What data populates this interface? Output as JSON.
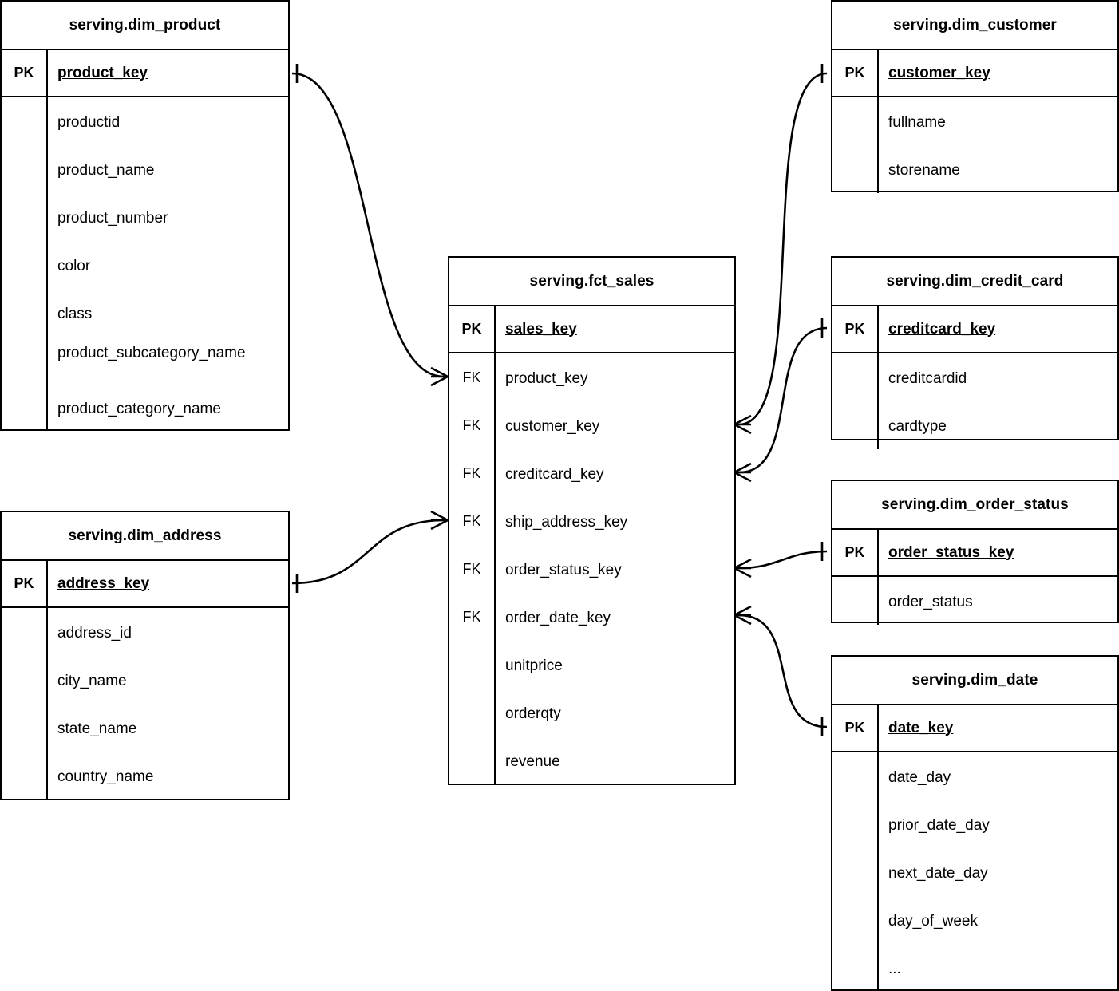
{
  "diagram": {
    "title": "Star schema entity relationship diagram",
    "notation": "crow-foot",
    "line_color": "#000000",
    "background": "#ffffff"
  },
  "labels": {
    "pk": "PK",
    "fk": "FK",
    "blank": ""
  },
  "entities": {
    "dim_product": {
      "name": "serving.dim_product",
      "pk": {
        "key": "PK",
        "field": "product_key"
      },
      "attributes": [
        {
          "key": "",
          "field": "productid"
        },
        {
          "key": "",
          "field": "product_name"
        },
        {
          "key": "",
          "field": "product_number"
        },
        {
          "key": "",
          "field": "color"
        },
        {
          "key": "",
          "field": "class"
        },
        {
          "key": "",
          "field": "product_subcategory_name"
        },
        {
          "key": "",
          "field": "product_category_name"
        }
      ]
    },
    "dim_address": {
      "name": "serving.dim_address",
      "pk": {
        "key": "PK",
        "field": "address_key"
      },
      "attributes": [
        {
          "key": "",
          "field": "address_id"
        },
        {
          "key": "",
          "field": "city_name"
        },
        {
          "key": "",
          "field": "state_name"
        },
        {
          "key": "",
          "field": "country_name"
        }
      ]
    },
    "fct_sales": {
      "name": "serving.fct_sales",
      "pk": {
        "key": "PK",
        "field": "sales_key"
      },
      "attributes": [
        {
          "key": "FK",
          "field": "product_key"
        },
        {
          "key": "FK",
          "field": "customer_key"
        },
        {
          "key": "FK",
          "field": "creditcard_key"
        },
        {
          "key": "FK",
          "field": "ship_address_key"
        },
        {
          "key": "FK",
          "field": "order_status_key"
        },
        {
          "key": "FK",
          "field": "order_date_key"
        },
        {
          "key": "",
          "field": "unitprice"
        },
        {
          "key": "",
          "field": "orderqty"
        },
        {
          "key": "",
          "field": "revenue"
        }
      ]
    },
    "dim_customer": {
      "name": "serving.dim_customer",
      "pk": {
        "key": "PK",
        "field": "customer_key"
      },
      "attributes": [
        {
          "key": "",
          "field": "fullname"
        },
        {
          "key": "",
          "field": "storename"
        }
      ]
    },
    "dim_credit_card": {
      "name": "serving.dim_credit_card",
      "pk": {
        "key": "PK",
        "field": "creditcard_key"
      },
      "attributes": [
        {
          "key": "",
          "field": "creditcardid"
        },
        {
          "key": "",
          "field": "cardtype"
        }
      ]
    },
    "dim_order_status": {
      "name": "serving.dim_order_status",
      "pk": {
        "key": "PK",
        "field": "order_status_key"
      },
      "attributes": [
        {
          "key": "",
          "field": "order_status"
        }
      ]
    },
    "dim_date": {
      "name": "serving.dim_date",
      "pk": {
        "key": "PK",
        "field": "date_key"
      },
      "attributes": [
        {
          "key": "",
          "field": "date_day"
        },
        {
          "key": "",
          "field": "prior_date_day"
        },
        {
          "key": "",
          "field": "next_date_day"
        },
        {
          "key": "",
          "field": "day_of_week"
        },
        {
          "key": "",
          "field": "..."
        }
      ]
    }
  },
  "relationships": [
    {
      "from": "dim_product",
      "from_field": "product_key",
      "to": "fct_sales",
      "to_field": "product_key",
      "from_card": "one",
      "to_card": "many"
    },
    {
      "from": "dim_customer",
      "from_field": "customer_key",
      "to": "fct_sales",
      "to_field": "customer_key",
      "from_card": "one",
      "to_card": "many"
    },
    {
      "from": "dim_credit_card",
      "from_field": "creditcard_key",
      "to": "fct_sales",
      "to_field": "creditcard_key",
      "from_card": "one",
      "to_card": "many"
    },
    {
      "from": "dim_address",
      "from_field": "address_key",
      "to": "fct_sales",
      "to_field": "ship_address_key",
      "from_card": "one",
      "to_card": "many"
    },
    {
      "from": "dim_order_status",
      "from_field": "order_status_key",
      "to": "fct_sales",
      "to_field": "order_status_key",
      "from_card": "one",
      "to_card": "many"
    },
    {
      "from": "dim_date",
      "from_field": "date_key",
      "to": "fct_sales",
      "to_field": "order_date_key",
      "from_card": "one",
      "to_card": "many"
    }
  ]
}
